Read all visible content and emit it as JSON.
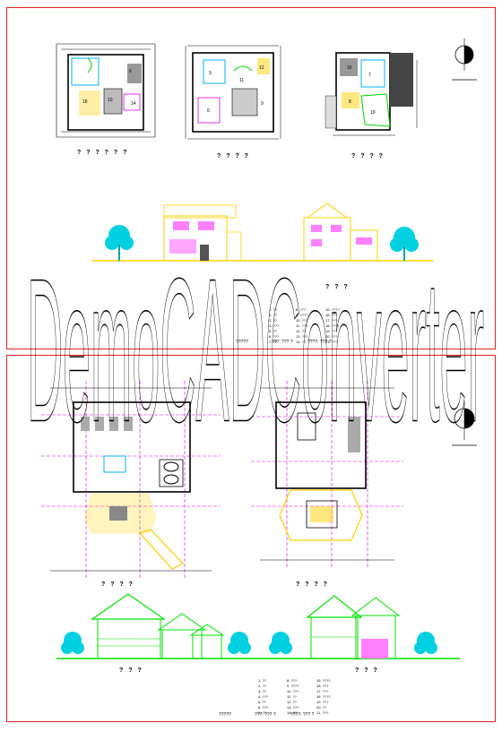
{
  "watermark": {
    "text": "DemoCADConverter"
  },
  "top_sheet": {
    "plan_labels": [
      "? ? ? ? ? ?",
      "? ? ? ?",
      "? ? ? ?"
    ],
    "elevation_label": "? ? ?",
    "legend_left": [
      "1. ??",
      "2. ??",
      "3. ??",
      "4. ???",
      "5. ??",
      "6. ???",
      "7. ??"
    ],
    "legend_mid": [
      "8. ???",
      "9. ????",
      "10. ???",
      "11. ???",
      "12. ??",
      "13. ???",
      "14. ??"
    ],
    "legend_right": [
      "15. ????",
      "16. ???",
      "17. ???",
      "18. ????",
      "19. ???",
      "20. ???",
      "21. ???"
    ],
    "title_block": [
      "?????",
      "???: ??? ?",
      "????: ??? ?"
    ]
  },
  "bottom_sheet": {
    "plan_labels": [
      "? ? ? ?",
      "? ? ? ?"
    ],
    "elevation_labels": [
      "? ? ?",
      "? ? ?"
    ],
    "legend_left": [
      "1. ??",
      "2. ??",
      "3. ??",
      "4. ???",
      "5. ??",
      "6. ???",
      "7. ??"
    ],
    "legend_mid": [
      "8. ???",
      "9. ????",
      "10. ???",
      "11. ??",
      "12. ??",
      "13. ???",
      "14. ??"
    ],
    "legend_right": [
      "15. ????",
      "16. ???",
      "17. ???",
      "18. ????",
      "19. ???",
      "20. ??",
      "21. ???"
    ],
    "title_block": [
      "?????",
      "???: ??? ?",
      "????: ??? ?"
    ]
  },
  "colors": {
    "border": "#e02020",
    "wall": "#000000",
    "window": "#00b0ff",
    "plant": "#00d0e0",
    "elevation": "#00e000",
    "axis": "#e000e0",
    "accent": "#ffd000"
  }
}
